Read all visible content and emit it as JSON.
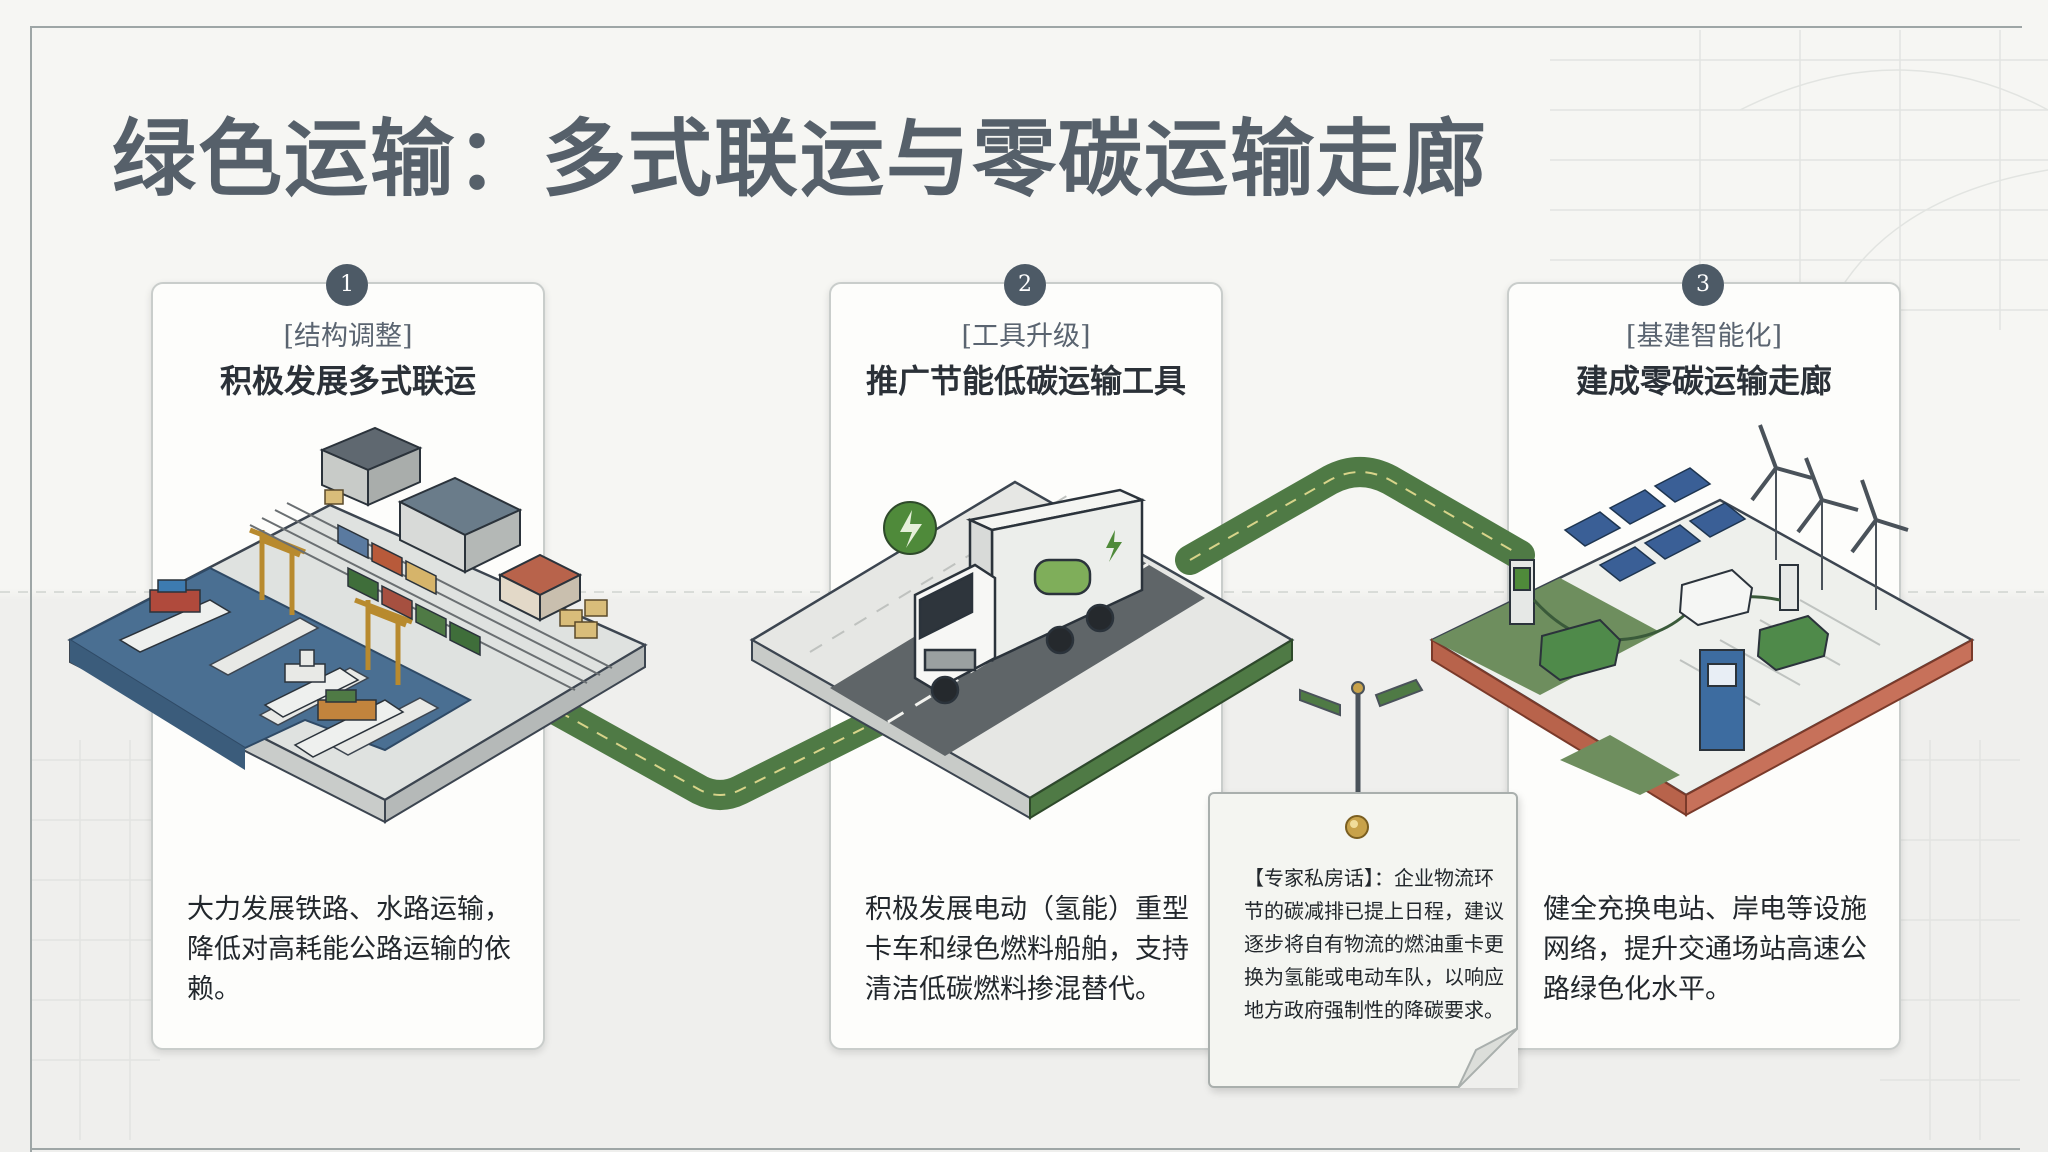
{
  "title": "绿色运输：多式联运与零碳运输走廊",
  "cards": [
    {
      "number": "1",
      "tag": "[结构调整]",
      "heading": "积极发展多式联运",
      "body": "大力发展铁路、水路运输，降低对高耗能公路运输的依赖。",
      "illustration": "port-rail-intermodal-illustration"
    },
    {
      "number": "2",
      "tag": "[工具升级]",
      "heading": "推广节能低碳运输工具",
      "body": "积极发展电动（氢能）重型卡车和绿色燃料船舶，支持清洁低碳燃料掺混替代。",
      "illustration": "electric-truck-illustration"
    },
    {
      "number": "3",
      "tag": "[基建智能化]",
      "heading": "建成零碳运输走廊",
      "body": "健全充换电站、岸电等设施网络，提升交通场站高速公路绿色化水平。",
      "illustration": "charging-station-solar-wind-illustration"
    }
  ],
  "expert_note": {
    "text": "【专家私房话】：企业物流环节的碳减排已提上日程，建议逐步将自有物流的燃油重卡更换为氢能或电动车队，以响应地方政府强制性的降碳要求。",
    "icon": "pushpin-icon"
  },
  "colors": {
    "badge": "#4d5a66",
    "road_green": "#4f7a45",
    "title_text": "#56606a",
    "water": "#4a6f92",
    "brick": "#b8634b"
  }
}
